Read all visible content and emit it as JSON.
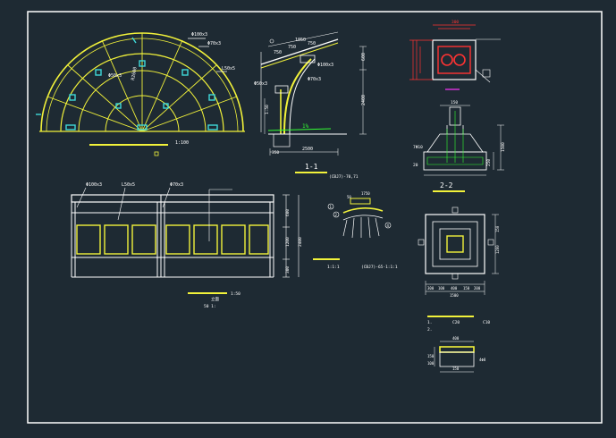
{
  "colors": {
    "background": "#1e2a33",
    "frame": "#ffffff",
    "yellow": "#f2f23a",
    "cyan": "#3fd9d9",
    "red": "#ff3333",
    "green": "#33ff33",
    "magenta": "#ff33ff"
  },
  "plan_view": {
    "label_a": "Φ100x3",
    "label_b": "Φ70x3",
    "label_c": "L50x5",
    "label_d": "Φ50x3",
    "label_e": "R2600",
    "scale": "1:100"
  },
  "section_1_1": {
    "title": "1-1",
    "note": "(CBJ7)-70,71",
    "dim_top_a": "1050",
    "dim_top_b": "750",
    "dim_top_c": "750",
    "dim_top_d": "750",
    "dim_right_a": "600",
    "dim_right_b": "2400",
    "dim_bottom": "2500",
    "dim_left_a": "350",
    "dim_left_b": "1:50",
    "slope": "1%",
    "label_a": "Φ50x3",
    "label_b": "Φ100x3",
    "label_c": "Φ70x3"
  },
  "footing_plan": {
    "dim": "300"
  },
  "section_2_2": {
    "title": "2-2",
    "dim_a": "150",
    "dim_b": "1500",
    "dim_c": "250",
    "label_a": "7Φ10",
    "label_b": "20"
  },
  "elevation": {
    "label_a": "Φ100x3",
    "label_b": "L50x5",
    "label_c": "Φ70x3",
    "dim_a": "600",
    "dim_b": "1200",
    "dim_c": "2400",
    "dim_d": "300",
    "caption_a": "立面",
    "caption_b": "50 1:",
    "scale_a": "1:50"
  },
  "detail_1": {
    "marker_a": "1",
    "marker_b": "2",
    "marker_c": "4",
    "dim_a": "50",
    "dim_b": "1750",
    "caption_a": "1:1:1",
    "caption_b": "(CBJ7)-65-1:1:1"
  },
  "footing_detail": {
    "dim_a": "300",
    "dim_b": "400",
    "dim_c": "1500",
    "dim_d": "100",
    "dim_e": "150",
    "dim_f": "200",
    "dim_g": "1200",
    "dim_h": "150",
    "note_a": "1.",
    "note_b": "2.",
    "note_c": "C20",
    "note_d": "C10"
  },
  "small_detail": {
    "dim_a": "400",
    "dim_b": "150",
    "dim_c": "100",
    "dim_d": "150",
    "dim_e": "4Φ8"
  }
}
